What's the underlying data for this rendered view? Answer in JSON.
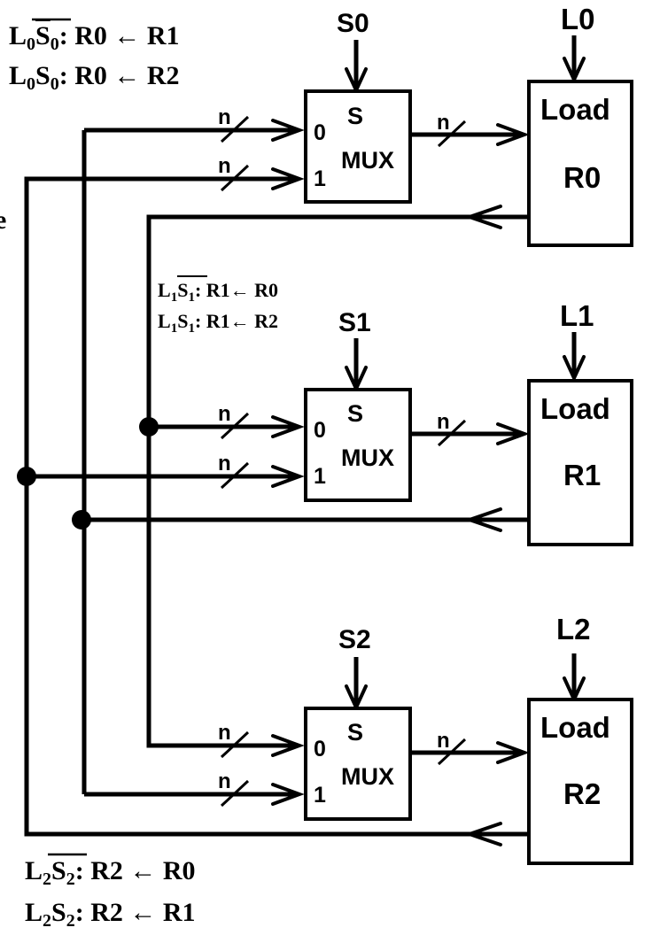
{
  "equations": {
    "r0_a_L": "L",
    "r0_a_Ls": "0",
    "r0_a_S": "S",
    "r0_a_Ss": "0",
    "r0_a_rhs": ": R0 ← R1",
    "r0_b_L": "L",
    "r0_b_Ls": "0",
    "r0_b_S": "S",
    "r0_b_Ss": "0",
    "r0_b_rhs": ": R0 ← R2",
    "r1_a_L": "L",
    "r1_a_Ls": "1",
    "r1_a_S": "S",
    "r1_a_Ss": "1",
    "r1_a_rhs": ": R1← R0",
    "r1_b_L": "L",
    "r1_b_Ls": "1",
    "r1_b_S": "S",
    "r1_b_Ss": "1",
    "r1_b_rhs": ": R1← R2",
    "r2_a_L": "L",
    "r2_a_Ls": "2",
    "r2_a_S": "S",
    "r2_a_Ss": "2",
    "r2_a_rhs": ": R2 ← R0",
    "r2_b_L": "L",
    "r2_b_Ls": "2",
    "r2_b_S": "S",
    "r2_b_Ss": "2",
    "r2_b_rhs": ": R2 ← R1"
  },
  "mux": {
    "label": "MUX",
    "select_label": "S",
    "input0": "0",
    "input1": "1",
    "selects": [
      "S0",
      "S1",
      "S2"
    ]
  },
  "registers": {
    "load_label": "Load",
    "names": [
      "R0",
      "R1",
      "R2"
    ],
    "load_signals": [
      "L0",
      "L1",
      "L2"
    ]
  },
  "bus_width": "n",
  "stray_char": "e"
}
